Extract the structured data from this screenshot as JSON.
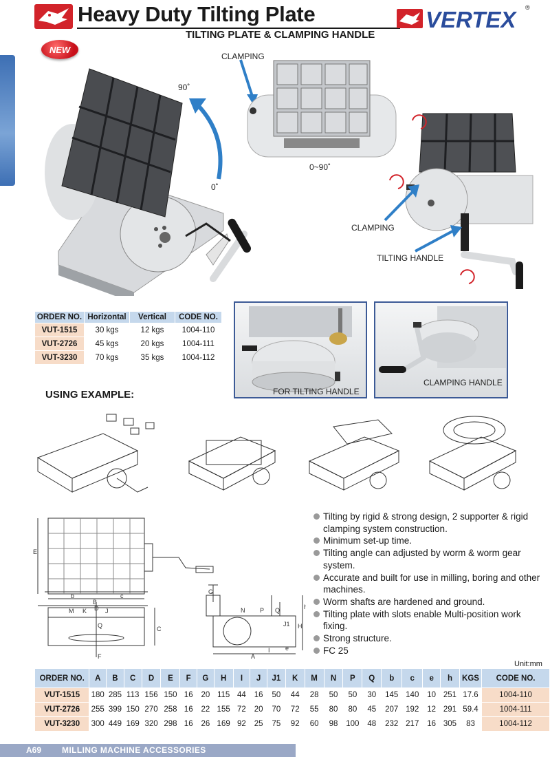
{
  "header": {
    "title": "Heavy Duty Tilting Plate",
    "subtitle": "TILTING PLATE & CLAMPING HANDLE",
    "brand": "VERTEX",
    "reg_mark": "®",
    "badge": "NEW"
  },
  "annotations": {
    "angle_90": "90˚",
    "angle_0": "0˚",
    "clamping_top": "CLAMPING",
    "range": "0~90˚",
    "clamping_right": "CLAMPING",
    "tilting_handle": "TILTING  HANDLE",
    "for_tilting_handle": "FOR TILTING HANDLE",
    "clamping_handle": "CLAMPING HANDLE"
  },
  "small_table": {
    "headers": [
      "ORDER NO.",
      "Horizontal",
      "Vertical",
      "CODE NO."
    ],
    "rows": [
      [
        "VUT-1515",
        "30 kgs",
        "12 kgs",
        "1004-110"
      ],
      [
        "VUT-2726",
        "45 kgs",
        "20 kgs",
        "1004-111"
      ],
      [
        "VUT-3230",
        "70 kgs",
        "35 kgs",
        "1004-112"
      ]
    ]
  },
  "using_example": "USING EXAMPLE:",
  "drawing_labels": {
    "E": "E",
    "b": "b",
    "B": "B",
    "c": "c",
    "M": "M",
    "K": "K",
    "D": "D",
    "J": "J",
    "Q": "Q",
    "C": "C",
    "N": "N",
    "P": "P",
    "Q2": "Q",
    "J1": "J1",
    "H": "H",
    "A": "A",
    "I": "I",
    "F": "F",
    "G": "G",
    "e": "e",
    "h": "h"
  },
  "features": [
    "Tilting by rigid & strong design, 2 supporter & rigid clamping system construction.",
    "Minimum set-up time.",
    "Tilting angle can adjusted by worm & worm gear system.",
    "Accurate and built for use in milling, boring and other machines.",
    "Worm shafts are hardened and ground.",
    "Tilting plate with slots enable Multi-position work fixing.",
    "Strong structure.",
    "FC 25"
  ],
  "unit": "Unit:mm",
  "big_table": {
    "headers": [
      "ORDER NO.",
      "A",
      "B",
      "C",
      "D",
      "E",
      "F",
      "G",
      "H",
      "I",
      "J",
      "J1",
      "K",
      "M",
      "N",
      "P",
      "Q",
      "b",
      "c",
      "e",
      "h",
      "KGS",
      "CODE NO."
    ],
    "rows": [
      [
        "VUT-1515",
        "180",
        "285",
        "113",
        "156",
        "150",
        "16",
        "20",
        "115",
        "44",
        "16",
        "50",
        "44",
        "28",
        "50",
        "50",
        "30",
        "145",
        "140",
        "10",
        "251",
        "17.6",
        "1004-110"
      ],
      [
        "VUT-2726",
        "255",
        "399",
        "150",
        "270",
        "258",
        "16",
        "22",
        "155",
        "72",
        "20",
        "70",
        "72",
        "55",
        "80",
        "80",
        "45",
        "207",
        "192",
        "12",
        "291",
        "59.4",
        "1004-111"
      ],
      [
        "VUT-3230",
        "300",
        "449",
        "169",
        "320",
        "298",
        "16",
        "26",
        "169",
        "92",
        "25",
        "75",
        "92",
        "60",
        "98",
        "100",
        "48",
        "232",
        "217",
        "16",
        "305",
        "83",
        "1004-112"
      ]
    ]
  },
  "footer": {
    "page": "A69",
    "section": "MILLING MACHINE ACCESSORIES"
  },
  "colors": {
    "brand_red": "#d2232a",
    "brand_blue": "#2a4c9c",
    "header_blue": "#c5d8ec",
    "order_peach": "#f7dcc8",
    "arrow_blue": "#2f7fc7"
  }
}
